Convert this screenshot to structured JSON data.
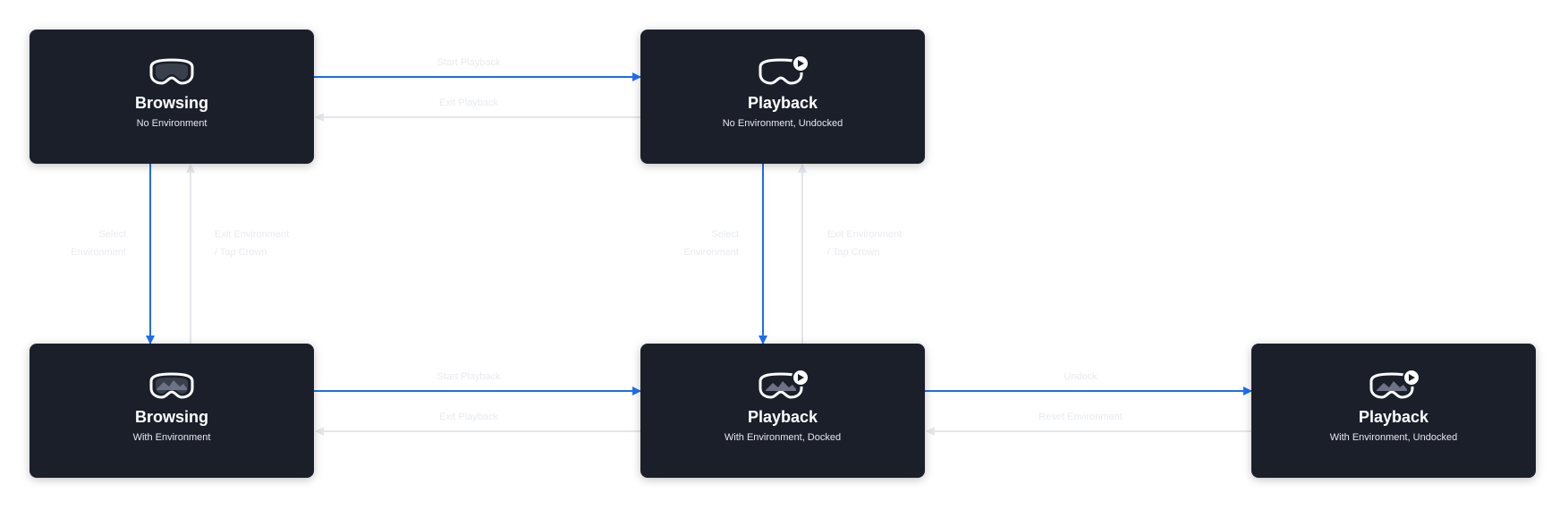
{
  "nodes": {
    "browsing_no_env": {
      "title": "Browsing",
      "subtitle": "No Environment"
    },
    "playback_no_env": {
      "title": "Playback",
      "subtitle": "No Environment, Undocked"
    },
    "browsing_env": {
      "title": "Browsing",
      "subtitle": "With Environment"
    },
    "playback_env_docked": {
      "title": "Playback",
      "subtitle": "With Environment, Docked"
    },
    "playback_env_undocked": {
      "title": "Playback",
      "subtitle": "With Environment, Undocked"
    }
  },
  "edges": {
    "start_playback_top": "Start Playback",
    "exit_playback_top": "Exit Playback",
    "select_env_left_1": "Select",
    "select_env_left_2": "Environment",
    "exit_env_left_1": "Exit Environment",
    "exit_env_left_2": "/ Tap Crown",
    "select_env_mid_1": "Select",
    "select_env_mid_2": "Environment",
    "exit_env_mid_1": "Exit Environment",
    "exit_env_mid_2": "/ Tap Crown",
    "start_playback_bottom": "Start Playback",
    "exit_playback_bottom": "Exit Playback",
    "undock": "Undock",
    "reset_env": "Reset Environment"
  },
  "colors": {
    "node_bg": "#1b1f2a",
    "active_arrow": "#1d6ef0",
    "inactive_arrow": "#e4e6ea"
  }
}
